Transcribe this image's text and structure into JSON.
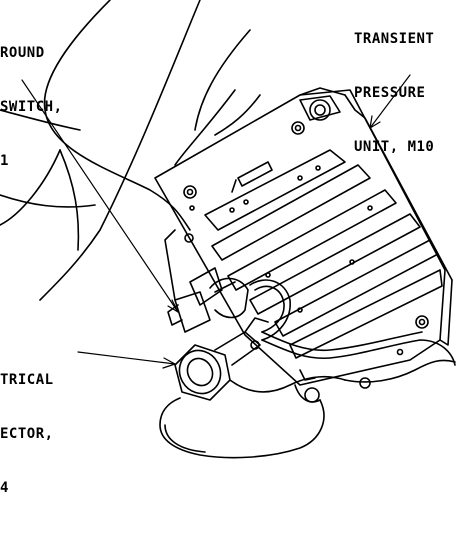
{
  "callouts": {
    "ground_switch": [
      "ROUND",
      "SWITCH,",
      "1"
    ],
    "transient_pressure_unit": [
      "TRANSIENT",
      "PRESSURE",
      "UNIT, M10"
    ],
    "electrical_connector": [
      "TRICAL",
      "ECTOR,",
      "4"
    ]
  },
  "colors": {
    "ink": "#000000",
    "paper": "#ffffff"
  }
}
